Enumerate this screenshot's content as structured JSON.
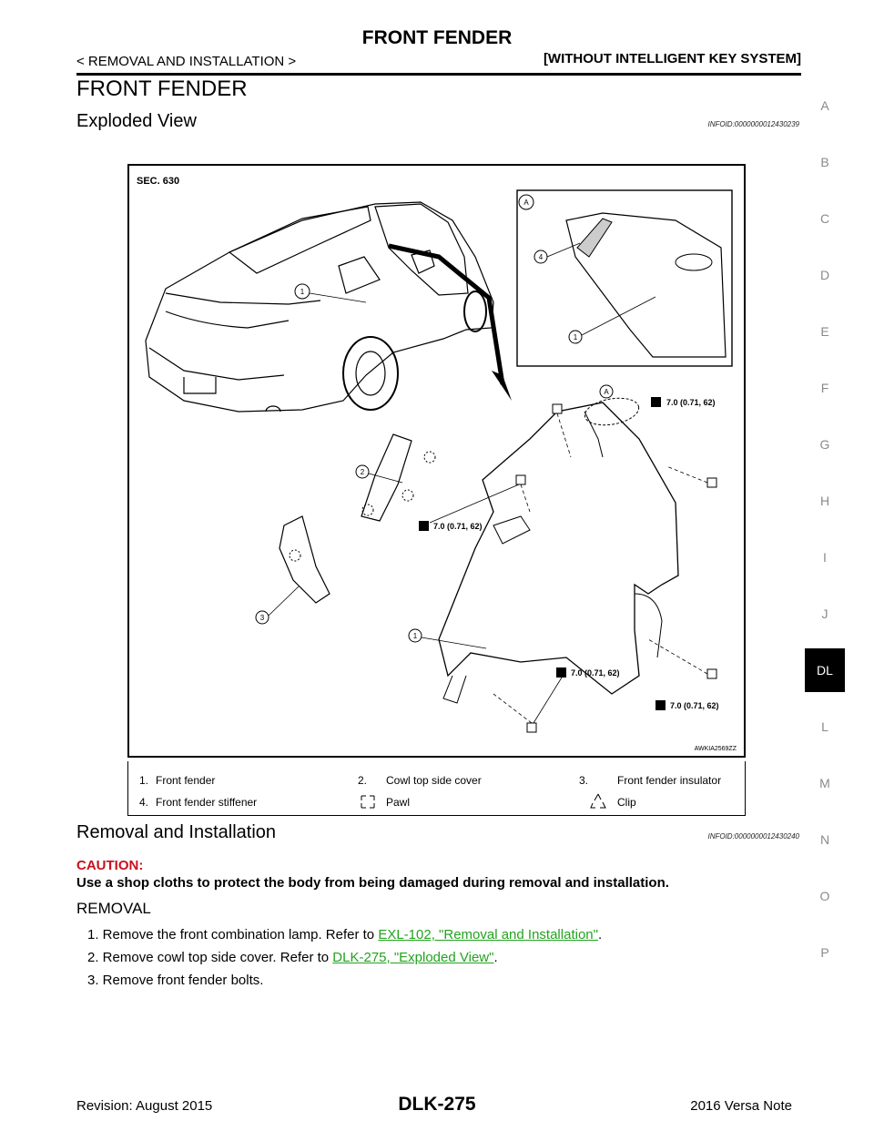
{
  "header": {
    "title": "FRONT FENDER",
    "section": "< REMOVAL AND INSTALLATION >",
    "variant": "[WITHOUT INTELLIGENT KEY SYSTEM]"
  },
  "page_heading": "FRONT FENDER",
  "exploded_view": {
    "heading": "Exploded View",
    "infoid": "INFOID:0000000012430239",
    "figure": {
      "section_label": "SEC. 630",
      "figure_id": "AWKIA2569ZZ",
      "callouts": [
        "1",
        "1",
        "1",
        "2",
        "3",
        "4"
      ],
      "view_marker": "A",
      "torques": [
        "7.0 (0.71, 62)",
        "7.0 (0.71, 62)",
        "7.0 (0.71, 62)",
        "7.0 (0.71, 62)"
      ]
    },
    "legend": [
      {
        "num": "1.",
        "label": "Front fender"
      },
      {
        "num": "2.",
        "label": "Cowl top side cover"
      },
      {
        "num": "3.",
        "label": "Front fender insulator"
      },
      {
        "num": "4.",
        "label": "Front fender stiffener"
      },
      {
        "num": "",
        "label": "Pawl",
        "symbol": "pawl-icon"
      },
      {
        "num": "",
        "label": "Clip",
        "symbol": "clip-icon"
      }
    ]
  },
  "removal_installation": {
    "heading": "Removal and Installation",
    "infoid": "INFOID:0000000012430240",
    "caution_heading": "CAUTION:",
    "caution_text": "Use a shop cloths to protect the body from being damaged during removal and installation.",
    "subheading": "REMOVAL",
    "steps": [
      {
        "prefix": "1. Remove the front combination lamp. Refer to ",
        "link": "EXL-102, \"Removal and Installation\"",
        "suffix": "."
      },
      {
        "prefix": "2. Remove cowl top side cover. Refer to ",
        "link": "DLK-275, \"Exploded View\"",
        "suffix": "."
      },
      {
        "prefix": "3. Remove front fender bolts.",
        "link": "",
        "suffix": ""
      }
    ]
  },
  "sidebar": {
    "letters": [
      "A",
      "B",
      "C",
      "D",
      "E",
      "F",
      "G",
      "H",
      "I",
      "J",
      "DL",
      "L",
      "M",
      "N",
      "O",
      "P"
    ],
    "active": "DL"
  },
  "footer": {
    "revision": "Revision: August 2015",
    "page": "DLK-275",
    "model": "2016 Versa Note"
  },
  "colors": {
    "caution": "#c8101e",
    "link": "#22a31e",
    "sidebar_letter": "#8a8a8a"
  }
}
